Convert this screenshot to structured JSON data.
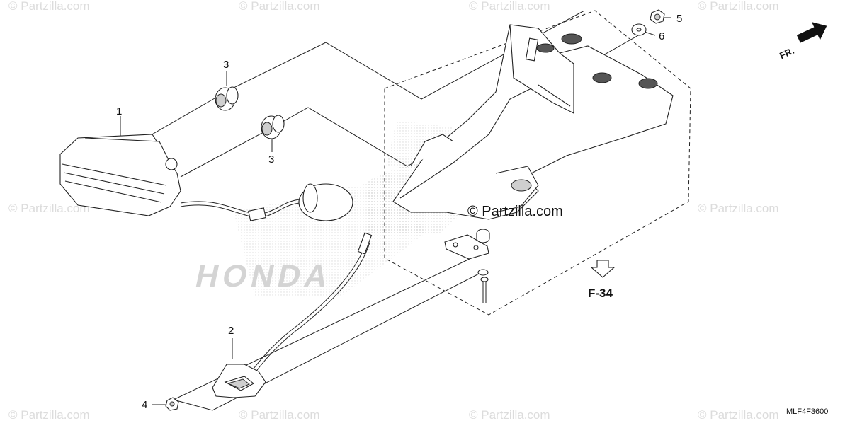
{
  "watermarks": {
    "brand": "© Partzilla.com",
    "center": "© Partzilla.com"
  },
  "callouts": {
    "c1": "1",
    "c2": "2",
    "c3a": "3",
    "c3b": "3",
    "c4": "4",
    "c5": "5",
    "c6": "6"
  },
  "reference": {
    "label": "F-34"
  },
  "direction": {
    "label": "FR."
  },
  "diagram_code": "MLF4F3600",
  "background_logo": "HONDA",
  "colors": {
    "line": "#222222",
    "watermark": "#dcdcdc",
    "dot_texture": "#b0b0b0"
  }
}
